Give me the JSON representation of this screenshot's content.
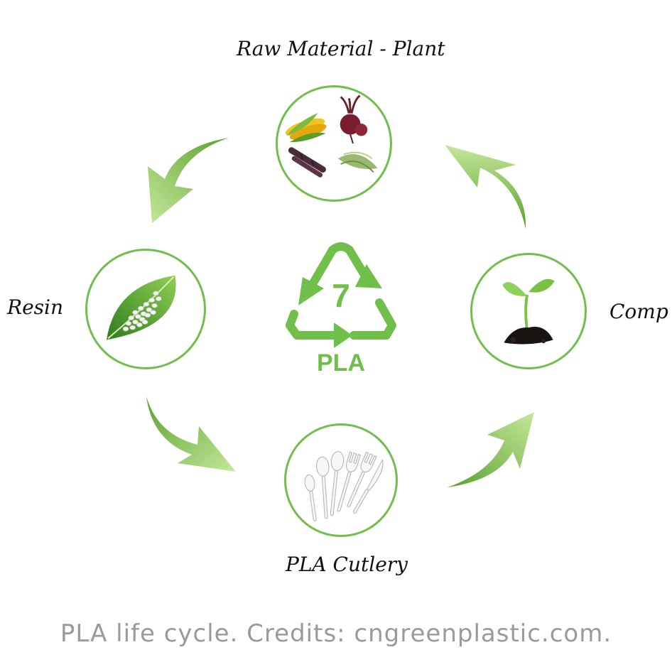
{
  "diagram": {
    "nodes": [
      {
        "id": "raw-material",
        "label": "Raw Material - Plant",
        "icon": "plants-icon"
      },
      {
        "id": "resin",
        "label": "Resin",
        "icon": "resin-leaf-icon"
      },
      {
        "id": "pla-cutlery",
        "label": "PLA Cutlery",
        "icon": "cutlery-icon"
      },
      {
        "id": "compost",
        "label": "Comp",
        "icon": "sprout-icon"
      }
    ],
    "center": {
      "number": "7",
      "text": "PLA",
      "icon": "recycle-symbol-icon"
    },
    "colors": {
      "accent": "#6fbf4a",
      "arrow_dark": "#5aa12f",
      "arrow_light": "#c6e79a",
      "caption": "#9a9a9a"
    }
  },
  "caption": "PLA life cycle. Credits: cngreenplastic.com."
}
